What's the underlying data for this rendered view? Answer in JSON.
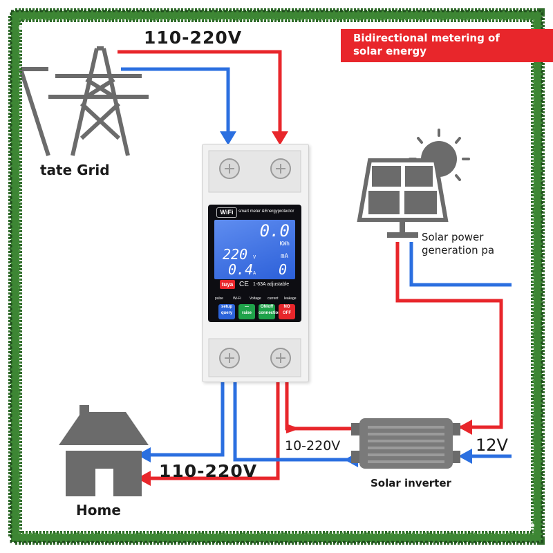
{
  "header": {
    "banner_text_line1": "Bidirectional metering of",
    "banner_text_line2": "solar energy",
    "banner_color": "#e8262b"
  },
  "labels": {
    "grid_voltage": "110-220V",
    "state_grid": "tate Grid",
    "solar_panel_line1": "Solar power",
    "solar_panel_line2": "generation pa",
    "home": "Home",
    "home_voltage": "110-220V",
    "inverter_voltage": "10-220V",
    "dc_voltage": "12V",
    "inverter": "Solar inverter"
  },
  "device": {
    "wifi_badge": "WiFi",
    "product_name": "smart meter &Energyprotector",
    "energy_value": "0.0",
    "energy_unit": "KWh",
    "voltage_value": "220",
    "voltage_unit": "V",
    "current_value": "0.4",
    "current_unit": "A",
    "leakage_unit": "mA",
    "leakage_value": "0",
    "brand": "tuya",
    "ce_mark": "CE",
    "rating": "1-63A adjustable",
    "indicators": [
      "pulse",
      "Wi-Fi",
      "Voltage",
      "current",
      "leakage"
    ],
    "buttons": [
      {
        "line1": "setup",
        "line2": "query",
        "color": "#2b63d9"
      },
      {
        "line1": "—",
        "line2": "raise",
        "color": "#1fa24a"
      },
      {
        "line1": "ON/off",
        "line2": "connection",
        "color": "#1fa24a"
      },
      {
        "line1": "NO",
        "line2": "OFF",
        "color": "#e8262b"
      }
    ]
  },
  "colors": {
    "live_wire": "#e8262b",
    "neutral_wire": "#2b6fe0",
    "frame_green": "#2f6b2a",
    "icon_gray": "#6b6b6b"
  },
  "icons": [
    "power-tower-icon",
    "solar-panel-icon",
    "sun-icon",
    "house-icon",
    "inverter-icon"
  ]
}
